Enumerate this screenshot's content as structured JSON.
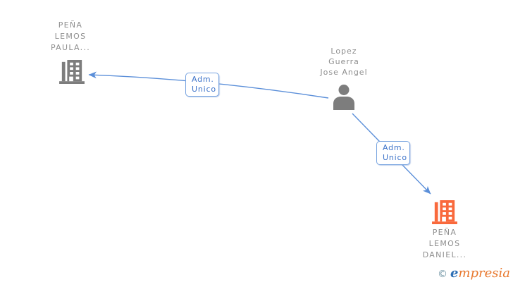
{
  "nodes": {
    "company_top": {
      "lines": [
        "PEÑA",
        "LEMOS",
        "PAULA..."
      ],
      "icon": "building-icon",
      "color": "#7d7d7d"
    },
    "person": {
      "lines": [
        "Lopez",
        "Guerra",
        "Jose Angel"
      ],
      "icon": "person-icon",
      "color": "#7d7d7d"
    },
    "company_bottom": {
      "lines": [
        "PEÑA",
        "LEMOS",
        "DANIEL..."
      ],
      "icon": "building-icon",
      "color": "#f9693c"
    }
  },
  "edges": [
    {
      "from": "person",
      "to": "company_top",
      "label_lines": [
        "Adm.",
        "Unico"
      ]
    },
    {
      "from": "person",
      "to": "company_bottom",
      "label_lines": [
        "Adm.",
        "Unico"
      ]
    }
  ],
  "footer": {
    "copyright": "©",
    "brand_first_letter": "e",
    "brand_rest": "mpresia"
  },
  "colors": {
    "edge_blue": "#5b8fd9",
    "edge_label_text": "#3e74c9",
    "edge_label_border": "#78a4e0",
    "node_text_gray": "#8e8e8e",
    "company_gray": "#7d7d7d",
    "company_orange": "#f9693c",
    "person_gray": "#7d7d7d",
    "logo_copyright": "#6e93a3",
    "logo_e": "#2d6fb5",
    "logo_rest": "#e8782e"
  }
}
